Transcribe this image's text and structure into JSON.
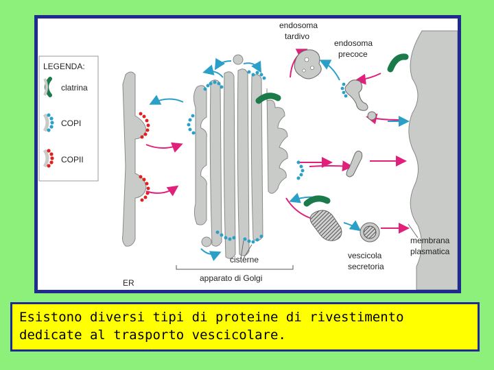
{
  "legend": {
    "title": "LEGENDA:",
    "items": [
      "clatrina",
      "COPI",
      "COPII"
    ]
  },
  "labels": {
    "endosoma_tardivo": [
      "endosoma",
      "tardivo"
    ],
    "endosoma_precoce": [
      "endosoma",
      "precoce"
    ],
    "membrana_plasmatica": [
      "membrana",
      "plasmatica"
    ],
    "vescicola_secretoria": [
      "vescicola",
      "secretoria"
    ],
    "cisterne": "cisterne",
    "apparato_golgi": "apparato di Golgi",
    "er": "ER"
  },
  "caption": "Esistono diversi tipi di proteine di rivestimento dedicate al trasporto vescicolare.",
  "colors": {
    "background": "#8cf07a",
    "frame_border": "#1f2b8f",
    "caption_bg": "#ffff00",
    "organelle_fill": "#c8cbc7",
    "clathrin": "#1a7a4a",
    "copi": "#2aa0c8",
    "copii": "#e02020",
    "arrow_blue": "#2aa0c8",
    "arrow_magenta": "#e0207a"
  }
}
